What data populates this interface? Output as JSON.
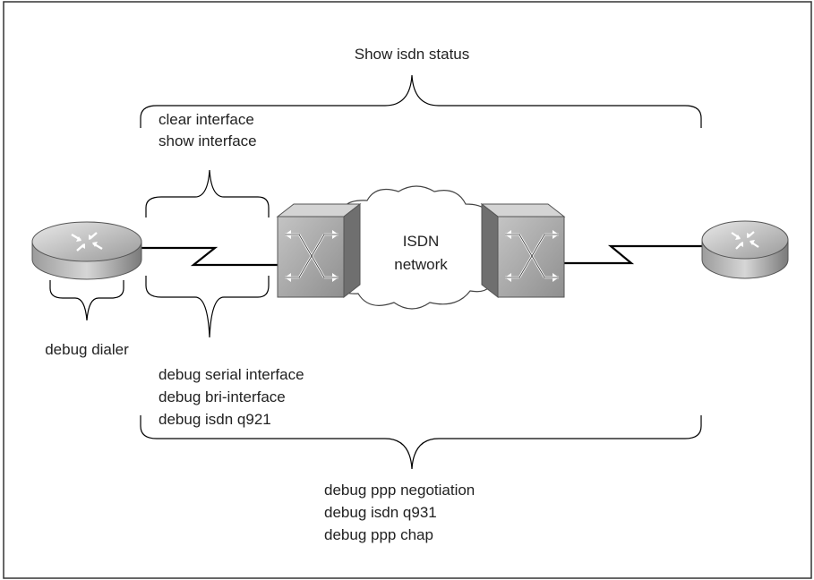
{
  "top_label": "Show isdn status",
  "left_upper_labels": [
    "clear interface",
    "show interface"
  ],
  "router_label": "debug dialer",
  "middle_labels": [
    "debug serial interface",
    "debug bri-interface",
    "debug isdn q921"
  ],
  "bottom_labels": [
    "debug ppp negotiation",
    "debug isdn q931",
    "debug ppp chap"
  ],
  "cloud_labels": [
    "ISDN",
    "network"
  ],
  "colors": {
    "line": "#000000",
    "border": "#333333",
    "router_top": "#cfcfcf",
    "router_side": "#8a8a8a",
    "switch_face": "#a8a8a8",
    "switch_side": "#6f6f6f",
    "cloud_fill": "#ffffff"
  },
  "icons": [
    "router-icon",
    "isdn-switch-icon",
    "cloud-icon",
    "brace-icon",
    "serial-link-icon"
  ]
}
